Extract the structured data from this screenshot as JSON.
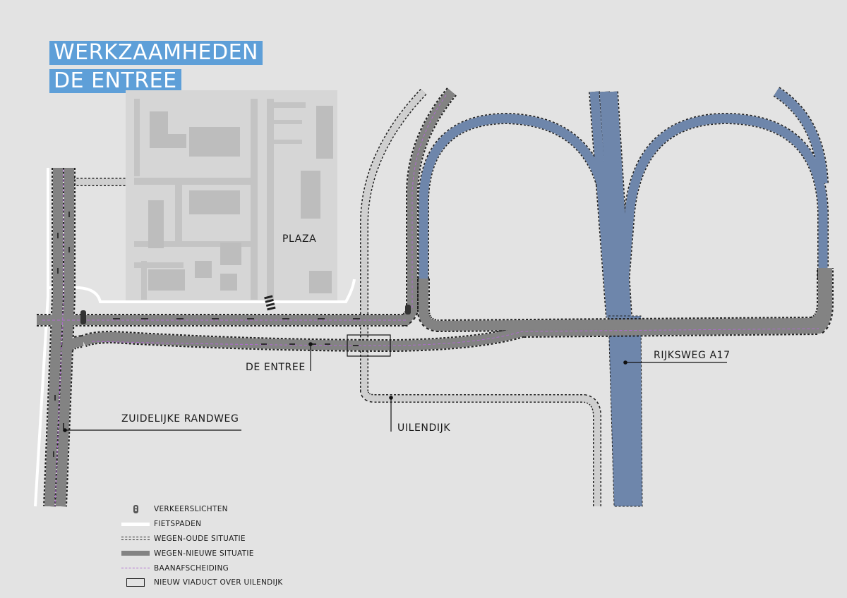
{
  "title": {
    "line1": "WERKZAAMHEDEN",
    "line2": "DE ENTREE"
  },
  "labels": {
    "plaza": "PLAZA",
    "entree": "DE ENTREE",
    "rijksweg": "RIJKSWEG A17",
    "randweg": "ZUIDELIJKE RANDWEG",
    "uilendijk": "UILENDIJK"
  },
  "colors": {
    "background": "#e3e3e3",
    "title_bg": "#5e9fd8",
    "new_road": "#838383",
    "old_road": "#cfcfcf",
    "highway": "#6e86ab",
    "bike_path": "#ffffff",
    "lane_divider": "#b06ad0",
    "plaza_block": "#d6d6d6",
    "plaza_building": "#bdbdbd"
  },
  "legend": [
    {
      "icon": "traffic-light-icon",
      "label": "VERKEERSLICHTEN"
    },
    {
      "icon": "bike-path-swatch",
      "label": "FIETSPADEN"
    },
    {
      "icon": "old-road-swatch",
      "label": "WEGEN-OUDE SITUATIE"
    },
    {
      "icon": "new-road-swatch",
      "label": "WEGEN-NIEUWE SITUATIE"
    },
    {
      "icon": "lane-divider-swatch",
      "label": "BAANAFSCHEIDING"
    },
    {
      "icon": "viaduct-box-swatch",
      "label": "NIEUW VIADUCT OVER UILENDIJK"
    }
  ]
}
